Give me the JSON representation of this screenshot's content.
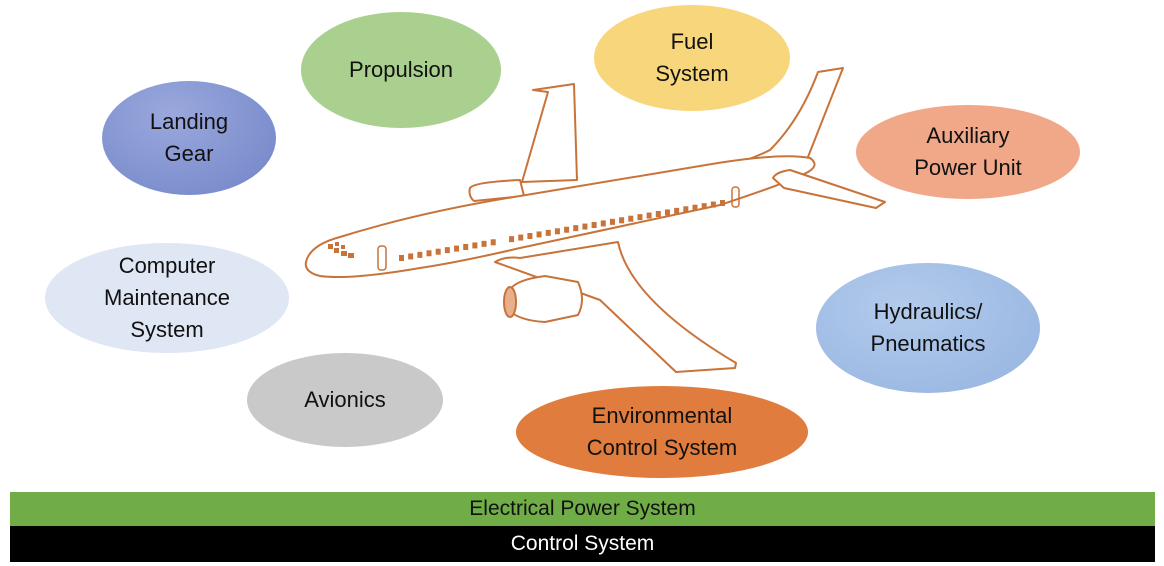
{
  "systems": {
    "landing_gear": "Landing\nGear",
    "propulsion": "Propulsion",
    "fuel_system": "Fuel\nSystem",
    "apu": "Auxiliary\nPower Unit",
    "cms": "Computer\nMaintenance\nSystem",
    "hydraulics": "Hydraulics/\nPneumatics",
    "avionics": "Avionics",
    "ecs": "Environmental\nControl System"
  },
  "bars": {
    "electrical": "Electrical Power System",
    "control": "Control System"
  },
  "colors": {
    "landing_gear": "#7d8fd0",
    "propulsion": "#a9d08e",
    "fuel_system": "#f8d77c",
    "apu": "#f0a888",
    "cms": "#dfe6f4",
    "hydraulics": "#a4bfe6",
    "avionics": "#c9c9c9",
    "ecs": "#e07c3e",
    "electrical": "#70ad47",
    "control": "#000000",
    "plane": "#c8733a"
  }
}
